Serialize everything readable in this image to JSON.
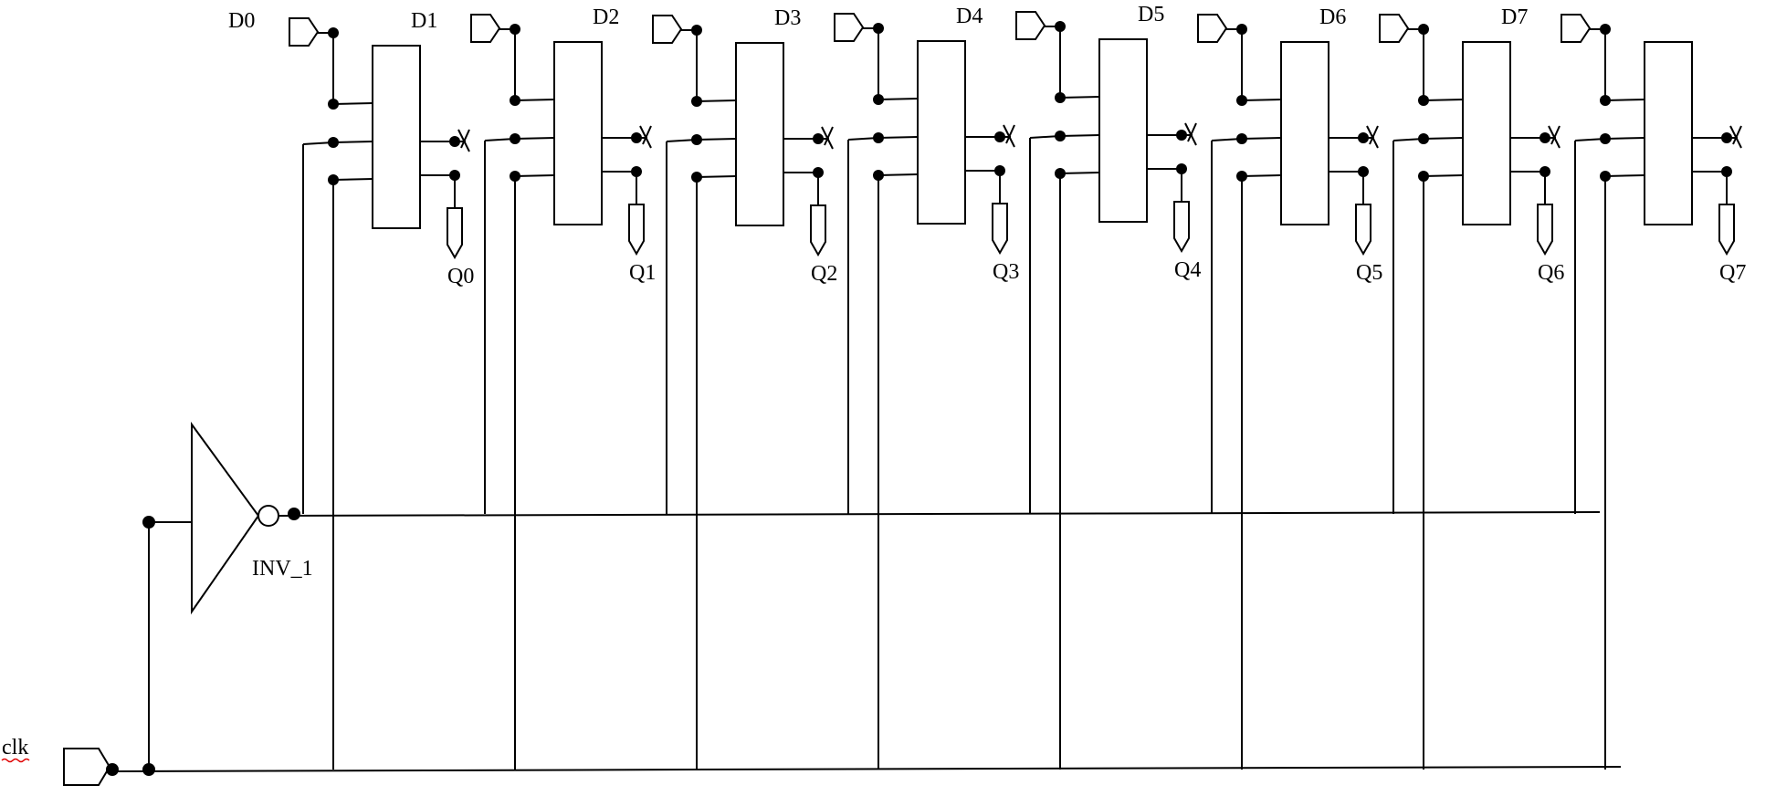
{
  "clock": {
    "label": "clk"
  },
  "inverter": {
    "label": "INV_1"
  },
  "stages": [
    {
      "d_label": "D0",
      "ff_label": "D1",
      "q_label": "Q0"
    },
    {
      "d_label": "",
      "ff_label": "D2",
      "q_label": "Q1"
    },
    {
      "d_label": "",
      "ff_label": "D3",
      "q_label": "Q2"
    },
    {
      "d_label": "",
      "ff_label": "D4",
      "q_label": "Q3"
    },
    {
      "d_label": "",
      "ff_label": "D5",
      "q_label": "Q4"
    },
    {
      "d_label": "",
      "ff_label": "D6",
      "q_label": "Q5"
    },
    {
      "d_label": "",
      "ff_label": "D7",
      "q_label": "Q6"
    },
    {
      "d_label": "",
      "ff_label": "",
      "q_label": "Q7"
    }
  ]
}
